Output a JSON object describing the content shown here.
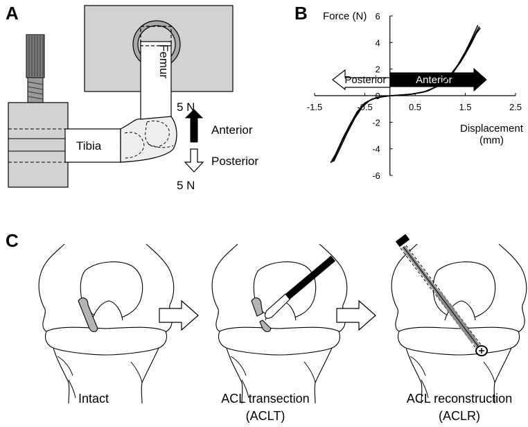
{
  "panels": {
    "a": "A",
    "b": "B",
    "c": "C"
  },
  "panel_a": {
    "femur_label": "Femur",
    "tibia_label": "Tibia",
    "force_top": "5 N",
    "force_bottom": "5 N",
    "anterior_label": "Anterior",
    "posterior_label": "Posterior"
  },
  "panel_b": {
    "arrow_posterior": "Posterior",
    "arrow_anterior": "Anterior"
  },
  "chart_data": {
    "type": "line",
    "ylabel": "Force (N)",
    "xlabel_line1": "Displacement",
    "xlabel_line2": "(mm)",
    "xlim": [
      -1.5,
      2.5
    ],
    "ylim": [
      -6,
      6
    ],
    "x_ticks": [
      -1.5,
      -0.5,
      0.5,
      1.5,
      2.5
    ],
    "y_ticks": [
      -6,
      -4,
      -2,
      0,
      2,
      4,
      6
    ],
    "x_tick_labels": [
      "-1.5",
      "-0.5",
      "0.5",
      "1.5",
      "2.5"
    ],
    "y_tick_labels": [
      "-6",
      "-4",
      "-2",
      "0",
      "2",
      "4",
      "6"
    ],
    "grid": false,
    "series": [
      {
        "x": [
          -1.15,
          -1.05,
          -0.9,
          -0.75,
          -0.6,
          -0.45,
          -0.3,
          -0.1,
          0.1,
          0.4,
          0.7,
          1.0,
          1.2,
          1.4,
          1.55,
          1.68,
          1.78
        ],
        "y": [
          -5.0,
          -4.2,
          -3.0,
          -1.9,
          -1.0,
          -0.45,
          -0.2,
          -0.05,
          0.02,
          0.1,
          0.3,
          0.8,
          1.5,
          2.5,
          3.5,
          4.5,
          5.2
        ]
      },
      {
        "x": [
          -1.12,
          -1.0,
          -0.85,
          -0.7,
          -0.55,
          -0.4,
          -0.25,
          -0.05,
          0.15,
          0.45,
          0.75,
          1.05,
          1.25,
          1.45,
          1.6,
          1.72,
          1.8
        ],
        "y": [
          -4.95,
          -4.0,
          -2.8,
          -1.7,
          -0.85,
          -0.35,
          -0.12,
          -0.02,
          0.03,
          0.12,
          0.35,
          0.9,
          1.7,
          2.8,
          3.8,
          4.7,
          5.1
        ]
      },
      {
        "x": [
          -1.18,
          -1.08,
          -0.95,
          -0.8,
          -0.65,
          -0.5,
          -0.35,
          -0.15,
          0.05,
          0.35,
          0.65,
          0.95,
          1.15,
          1.35,
          1.5,
          1.63,
          1.75
        ],
        "y": [
          -5.05,
          -4.4,
          -3.3,
          -2.2,
          -1.2,
          -0.55,
          -0.25,
          -0.08,
          0.0,
          0.08,
          0.25,
          0.7,
          1.3,
          2.3,
          3.3,
          4.3,
          5.3
        ]
      }
    ]
  },
  "panel_c": {
    "captions": [
      {
        "line1": "Intact",
        "line2": ""
      },
      {
        "line1": "ACL transection",
        "line2": "(ACLT)"
      },
      {
        "line1": "ACL reconstruction",
        "line2": "(ACLR)"
      }
    ]
  },
  "colors": {
    "gray_fill": "#d2d2d2",
    "screw_gray": "#8c8c8c",
    "ligament_gray": "#b4b4b4",
    "black": "#000000",
    "white": "#ffffff"
  }
}
